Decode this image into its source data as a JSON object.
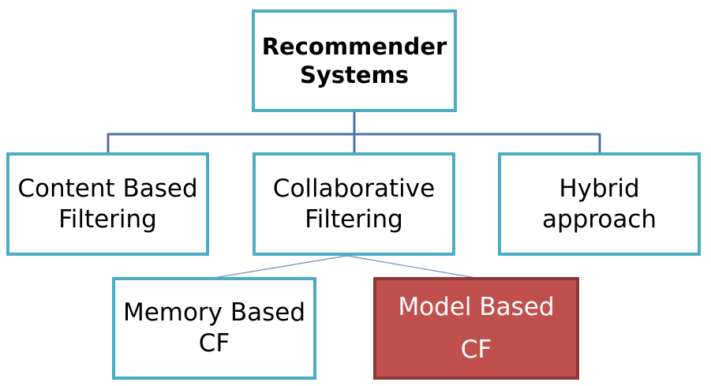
{
  "nodes": {
    "root": {
      "line1": "Recommender",
      "line2": "Systems"
    },
    "content_based": {
      "line1": "Content Based",
      "line2": "Filtering"
    },
    "collaborative": {
      "line1": "Collaborative",
      "line2": "Filtering"
    },
    "hybrid": {
      "line1": "Hybrid",
      "line2": "approach"
    },
    "memory_based": {
      "line1": "Memory Based",
      "line2": "CF"
    },
    "model_based": {
      "line1": "Model Based",
      "line2": "CF"
    }
  },
  "colors": {
    "node_border": "#4bacc6",
    "connector_main": "#4f6fa8",
    "connector_sub": "#6c8ebf",
    "highlight_fill": "#c0504d",
    "highlight_border": "#8c3836"
  }
}
